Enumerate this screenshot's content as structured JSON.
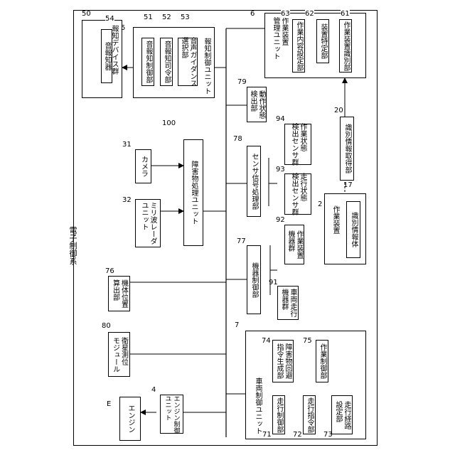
{
  "system_title": "電子制御系",
  "ref_E": "E",
  "engine": "エンジン",
  "ref_4": "4",
  "engine_control_unit": "エンジン制御\nユニット",
  "vehicle_control": {
    "ref": "7",
    "title": "車両制御ユニット",
    "travel_control": {
      "ref": "71",
      "label": "走行制御部"
    },
    "travel_command": {
      "ref": "72",
      "label": "走行指令部"
    },
    "route_setting": {
      "ref": "73",
      "label": "走行経路\n設定部"
    },
    "avoidance": {
      "ref": "74",
      "label": "障害物回避\n指令生成部"
    },
    "work_control": {
      "ref": "75",
      "label": "作業制御部"
    }
  },
  "satellite": {
    "ref": "80",
    "label": "衛星測位\nモジュール"
  },
  "position_calc": {
    "ref": "76",
    "label": "機体位置\n算出部"
  },
  "device_control": {
    "ref": "77",
    "label": "機器制御部"
  },
  "vehicle_travel_devices": {
    "ref": "91",
    "label": "車両走行\n機器群"
  },
  "work_devices": {
    "ref": "92",
    "label": "作業装置\n機器群"
  },
  "millimeter_radar": {
    "ref": "32",
    "label": "ミリ波レーダ\nユニット"
  },
  "camera": {
    "ref": "31",
    "label": "カメラ"
  },
  "obstacle_unit": {
    "ref": "100",
    "label": "障害物処理ユニット"
  },
  "sensor_processing": {
    "ref": "78",
    "label": "センサ信号処理部"
  },
  "travel_sensors": {
    "ref": "93",
    "label": "走行状態\n検出センサ群"
  },
  "work_sensors": {
    "ref": "94",
    "label": "作業状態\n検出センサ群"
  },
  "operation_detect": {
    "ref": "79",
    "label": "動作状態\n検出部"
  },
  "work_device": {
    "ref": "2",
    "label": "作業装置"
  },
  "id_body": {
    "ref": "17",
    "label": "識別情報体"
  },
  "id_acquisition": {
    "ref": "20",
    "label": "識別情報取得部"
  },
  "work_management": {
    "ref": "6",
    "title": "作業装置\n管理ユニット",
    "ref_63": "63",
    "content_setting": {
      "ref": "63",
      "label": "作業内容設定部"
    },
    "device_identify": {
      "ref": "62",
      "label": "装置特定部"
    },
    "work_device_identify": {
      "ref": "61",
      "label": "作業装置識別部"
    }
  },
  "notification_control": {
    "ref": "5",
    "title": "報知制御ユニット",
    "notification_control_part": {
      "ref": "51",
      "label": "音報知制御部"
    },
    "notification_command": {
      "ref": "52",
      "label": "音報知司令部"
    },
    "voice_guidance": {
      "ref": "53",
      "label": "音声ガイダンス\n選択部"
    }
  },
  "notification_devices": {
    "ref": "50",
    "title": "報知デバイス群",
    "sound_device": {
      "ref": "54",
      "label": "音報知器"
    }
  }
}
